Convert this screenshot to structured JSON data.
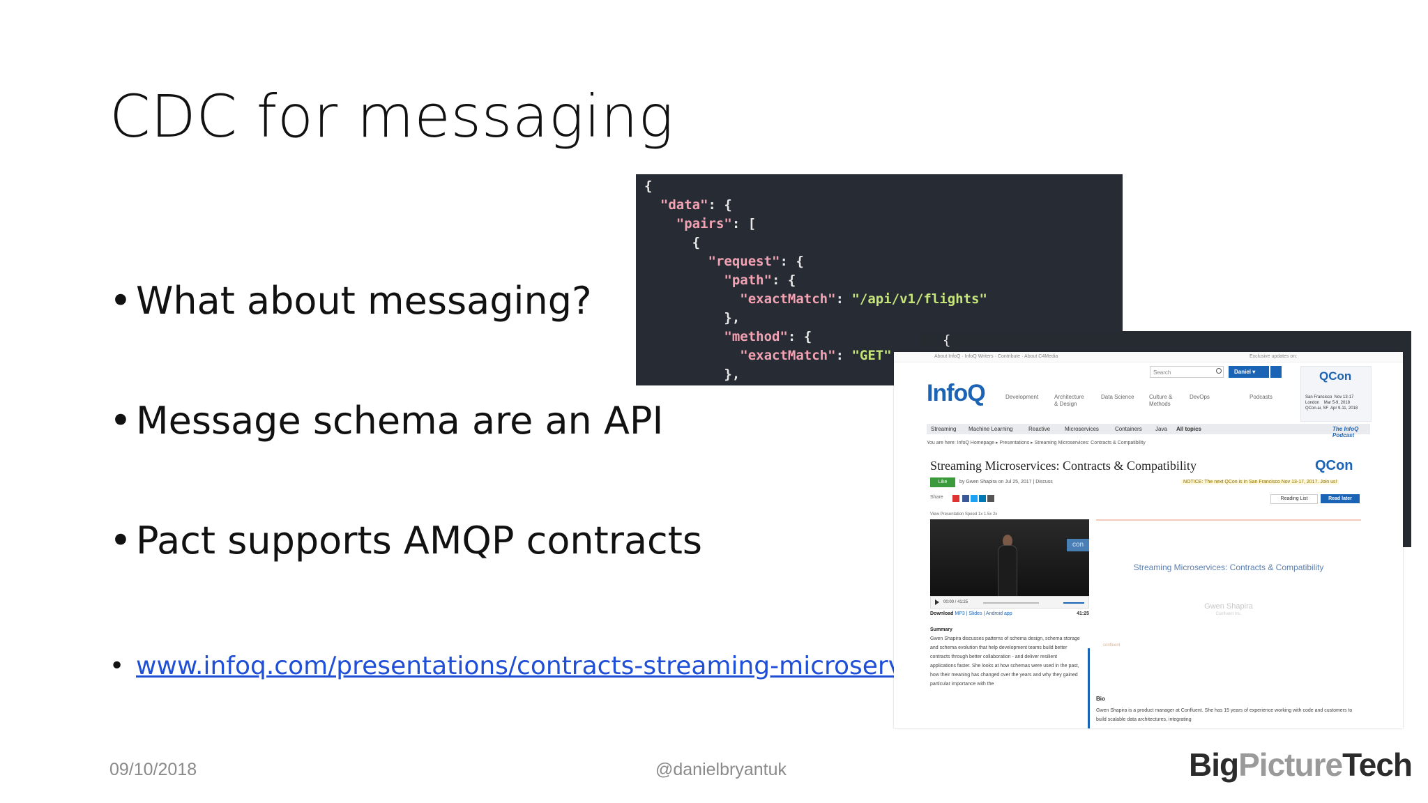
{
  "slide": {
    "title": "CDC for messaging",
    "bullets": [
      "What about messaging?",
      "Message schema are an API",
      "Pact supports AMQP contracts"
    ],
    "bullet_symbol": "•",
    "link": "www.infoq.com/presentations/contracts-streaming-microservices",
    "footer_date": "09/10/2018",
    "footer_handle": "@danielbryantuk",
    "brand": {
      "big": "Big",
      "picture": "Picture",
      "tech": "Tech"
    }
  },
  "code_snippet": {
    "lines": [
      "{",
      "  \"data\": {",
      "    \"pairs\": [",
      "      {",
      "        \"request\": {",
      "          \"path\": {",
      "            \"exactMatch\": \"/api/v1/flights\"",
      "          },",
      "          \"method\": {",
      "            \"exactMatch\": \"GET\"",
      "          },"
    ],
    "second_brace": "{"
  },
  "web": {
    "logo": "InfoQ",
    "search_placeholder": "Search",
    "login": "Daniel ▾",
    "nav": [
      "Development",
      "Architecture & Design",
      "Data Science",
      "Culture & Methods",
      "DevOps",
      "Podcasts"
    ],
    "qcon_logo": "QCon",
    "qcon_lines": "San Francisco  Nov 13-17\nLondon    Mar 5-9, 2018\nQCon.ai, SF  Apr 9-11, 2018",
    "menu": [
      "Streaming",
      "Machine Learning",
      "Reactive",
      "Microservices",
      "Containers",
      "Java",
      "All topics"
    ],
    "podcast": "The InfoQ Podcast",
    "breadcrumbs": "You are here: InfoQ Homepage ▸ Presentations ▸ Streaming Microservices: Contracts & Compatibility",
    "article_title": "Streaming Microservices: Contracts & Compatibility",
    "qcon_badge": "QCon",
    "like": "Like",
    "byline": "by Gwen Shapira on Jul 25, 2017 | Discuss",
    "notice": "NOTICE: The next QCon is in San Francisco Nov 13-17, 2017. Join us!",
    "share": "Share",
    "reading_list": "Reading List",
    "read_later": "Read later",
    "video_controls": "View Presentation   Speed  1x  1.5x  2x",
    "time": "00:00 / 41:25",
    "download_label": "Download",
    "download_links": "MP3 | Slides | Android app",
    "duration": "41:25",
    "summary_heading": "Summary",
    "summary": "Gwen Shapira discusses patterns of schema design, schema storage and schema evolution that help development teams build better contracts through better collaboration - and deliver resilient applications faster. She looks at how schemas were used in the past, how their meaning has changed over the years and why they gained particular importance with the",
    "slide_title": "Streaming Microservices: Contracts & Compatibility",
    "slide_name": "Gwen Shapira",
    "slide_sub": "Confluent Inc.",
    "slide_foot": "confluent",
    "stage_logo": "con",
    "bio_heading": "Bio",
    "bio": "Gwen Shapira is a product manager at Confluent. She has 15 years of experience working with code and customers to build scalable data architectures, integrating"
  }
}
